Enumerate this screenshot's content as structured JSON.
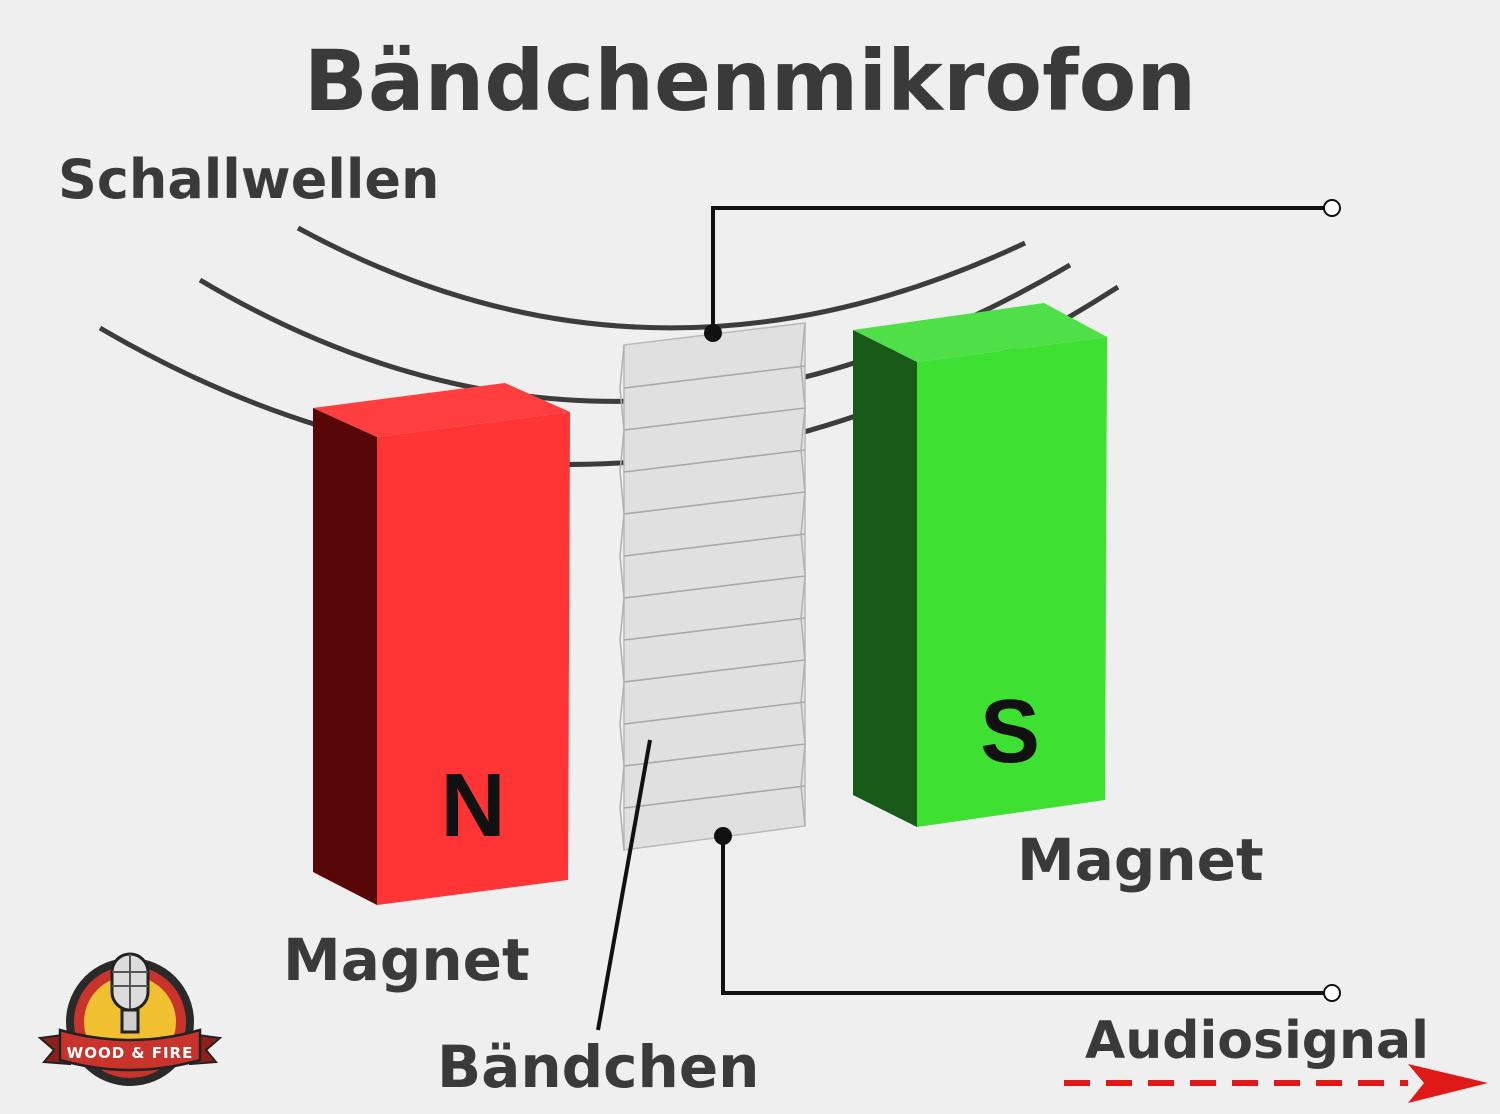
{
  "title": "Bändchenmikrofon",
  "labels": {
    "sound_waves": "Schallwellen",
    "magnet_left": "Magnet",
    "magnet_right": "Magnet",
    "ribbon": "Bändchen",
    "audio_signal": "Audiosignal"
  },
  "poles": {
    "north": "N",
    "south": "S"
  },
  "logo": {
    "text": "WOOD & FIRE"
  },
  "colors": {
    "background": "#efefef",
    "text": "#3a3a3a",
    "north_magnet": "#ff3434",
    "south_magnet": "#3ee032",
    "ribbon": "#e0e0e0",
    "signal_arrow": "#e01818"
  }
}
